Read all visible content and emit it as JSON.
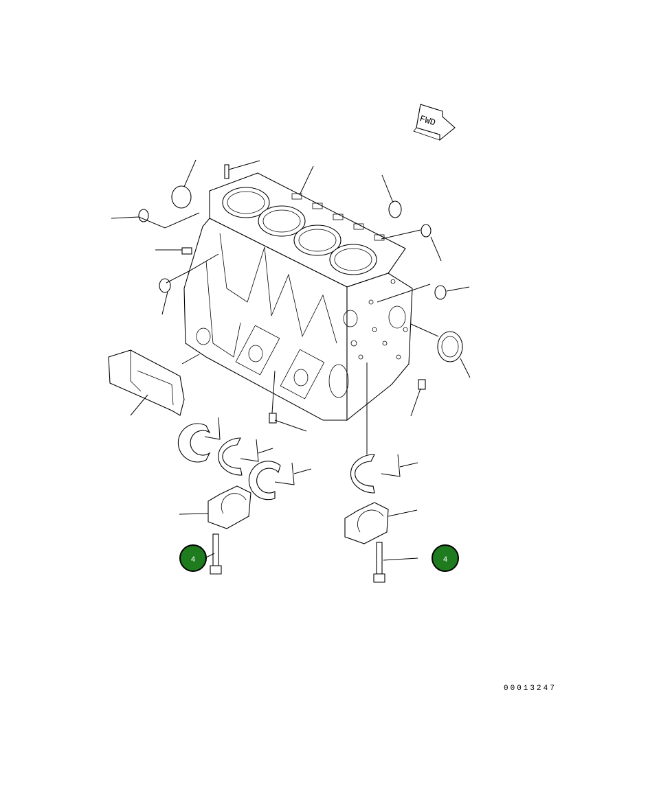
{
  "direction_marker": {
    "label": "FWD"
  },
  "callouts": [
    {
      "id": "callout-left",
      "number": "4",
      "color": "#1e7b1e"
    },
    {
      "id": "callout-right",
      "number": "4",
      "color": "#1e7b1e"
    }
  ],
  "reference_number": "00013247"
}
